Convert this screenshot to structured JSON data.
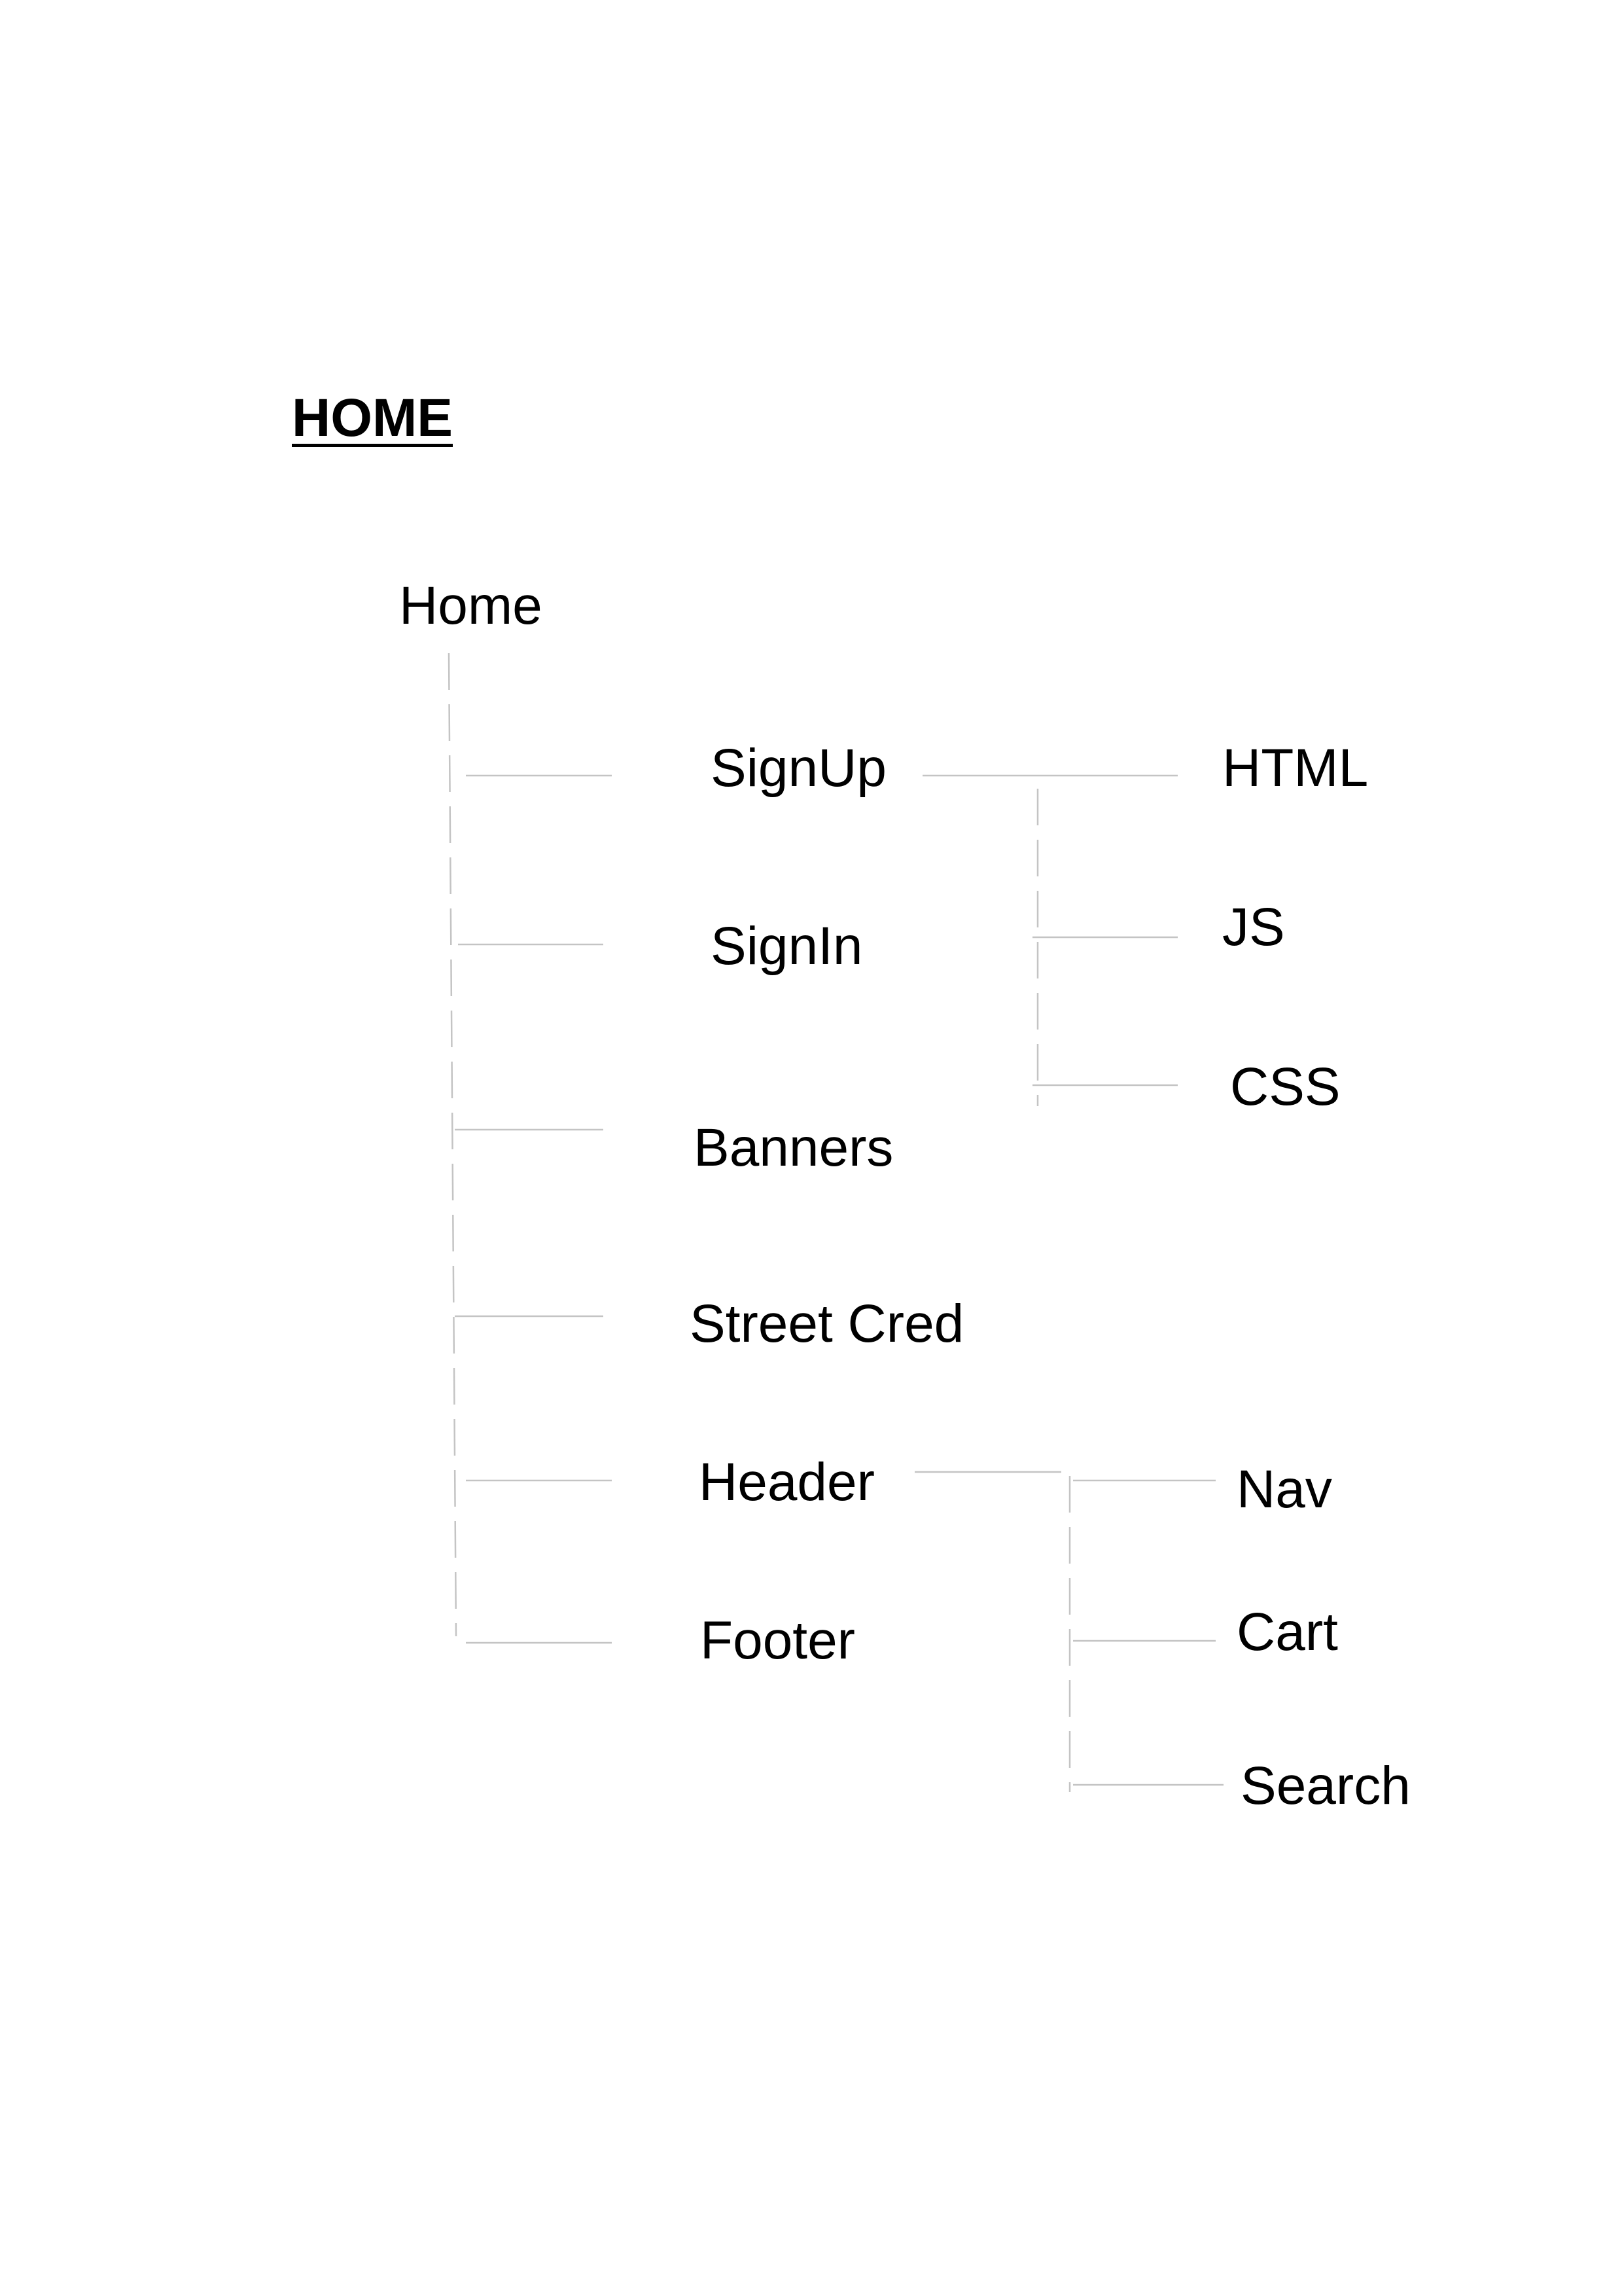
{
  "title": "HOME",
  "root": "Home",
  "children": [
    "SignUp",
    "SignIn",
    "Banners",
    "Street Cred",
    "Header",
    "Footer"
  ],
  "signup_children": [
    "HTML",
    "JS",
    "CSS"
  ],
  "header_children": [
    "Nav",
    "Cart",
    "Search"
  ],
  "colors": {
    "text": "#000000",
    "connector": "#c4c4c4",
    "background": "#ffffff"
  }
}
